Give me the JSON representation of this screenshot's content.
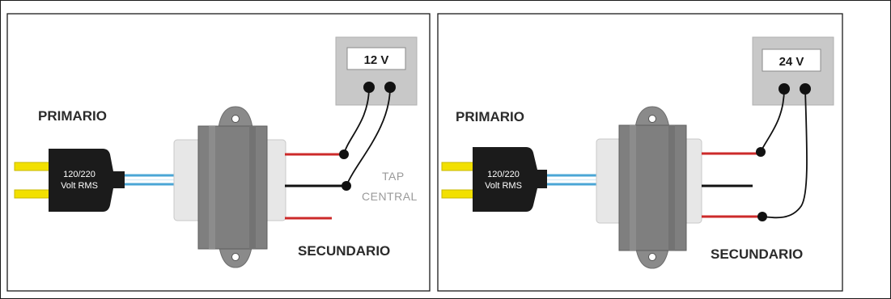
{
  "panels": [
    {
      "primary_label": "PRIMARIO",
      "plug_line1": "120/220",
      "plug_line2": "Volt RMS",
      "meter_value": "12 V",
      "tap_line1": "TAP",
      "tap_line2": "CENTRAL",
      "secondary_label": "SECUNDARIO"
    },
    {
      "primary_label": "PRIMARIO",
      "plug_line1": "120/220",
      "plug_line2": "Volt RMS",
      "meter_value": "24 V",
      "secondary_label": "SECUNDARIO"
    }
  ],
  "colors": {
    "wire_red": "#cc2a2a",
    "wire_black": "#111111",
    "wire_blue": "#4aa6d6",
    "plug_body": "#1b1b1b",
    "plug_prong": "#f2e000",
    "transformer_core": "#7f7f7f",
    "transformer_coil": "#e7e7e7",
    "meter_box": "#c8c8c8"
  }
}
